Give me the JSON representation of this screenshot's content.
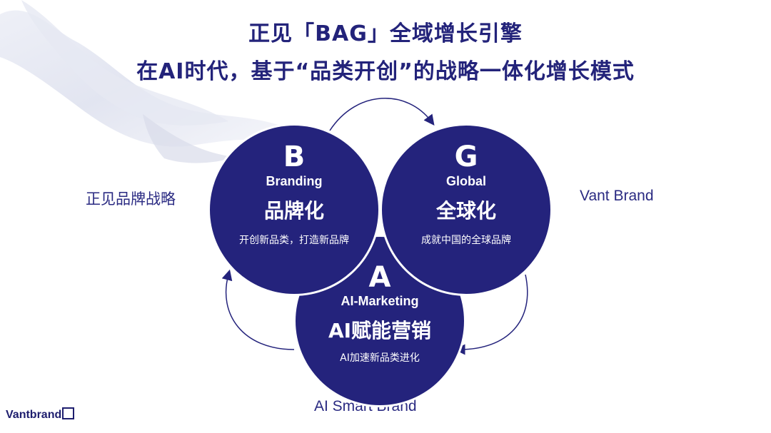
{
  "title": {
    "line1": "正见「BAG」全域增长引擎",
    "line2": "在AI时代，基于“品类开创”的战略一体化增长模式"
  },
  "labels": {
    "left": "正见品牌战略",
    "right": "Vant Brand",
    "bottom": "AI Smart Brand"
  },
  "circles": [
    {
      "letter": "B",
      "en": "Branding",
      "zh": "品牌化",
      "desc": "开创新品类，打造新品牌"
    },
    {
      "letter": "G",
      "en": "Global",
      "zh": "全球化",
      "desc": "成就中国的全球品牌"
    },
    {
      "letter": "A",
      "en": "AI-Marketing",
      "zh": "AI赋能营销",
      "desc": "AI加速新品类进化"
    }
  ],
  "logo": {
    "text": "Vantbrand"
  },
  "colors": {
    "primary": "#24237c",
    "text": "#23237a"
  }
}
